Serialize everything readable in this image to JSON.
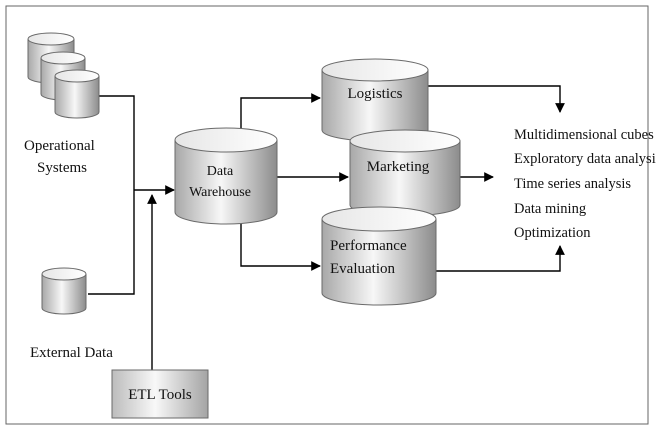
{
  "sources": {
    "operational": {
      "label_lines": [
        "Operational",
        "Systems"
      ]
    },
    "external": {
      "label": "External Data"
    }
  },
  "etl": {
    "label": "ETL Tools"
  },
  "warehouse": {
    "label_lines": [
      "Data",
      "Warehouse"
    ]
  },
  "marts": {
    "logistics": {
      "label": "Logistics"
    },
    "marketing": {
      "label": "Marketing"
    },
    "performance": {
      "label_lines": [
        "Performance",
        "Evaluation"
      ]
    }
  },
  "outputs": [
    "Multidimensional cubes",
    "Exploratory data analysis",
    "Time series analysis",
    "Data mining",
    "Optimization"
  ],
  "colors": {
    "cylinder_light": "#f4f4f4",
    "cylinder_dark": "#9a9a9a",
    "stroke": "#6a6a6a",
    "line": "#000000"
  }
}
